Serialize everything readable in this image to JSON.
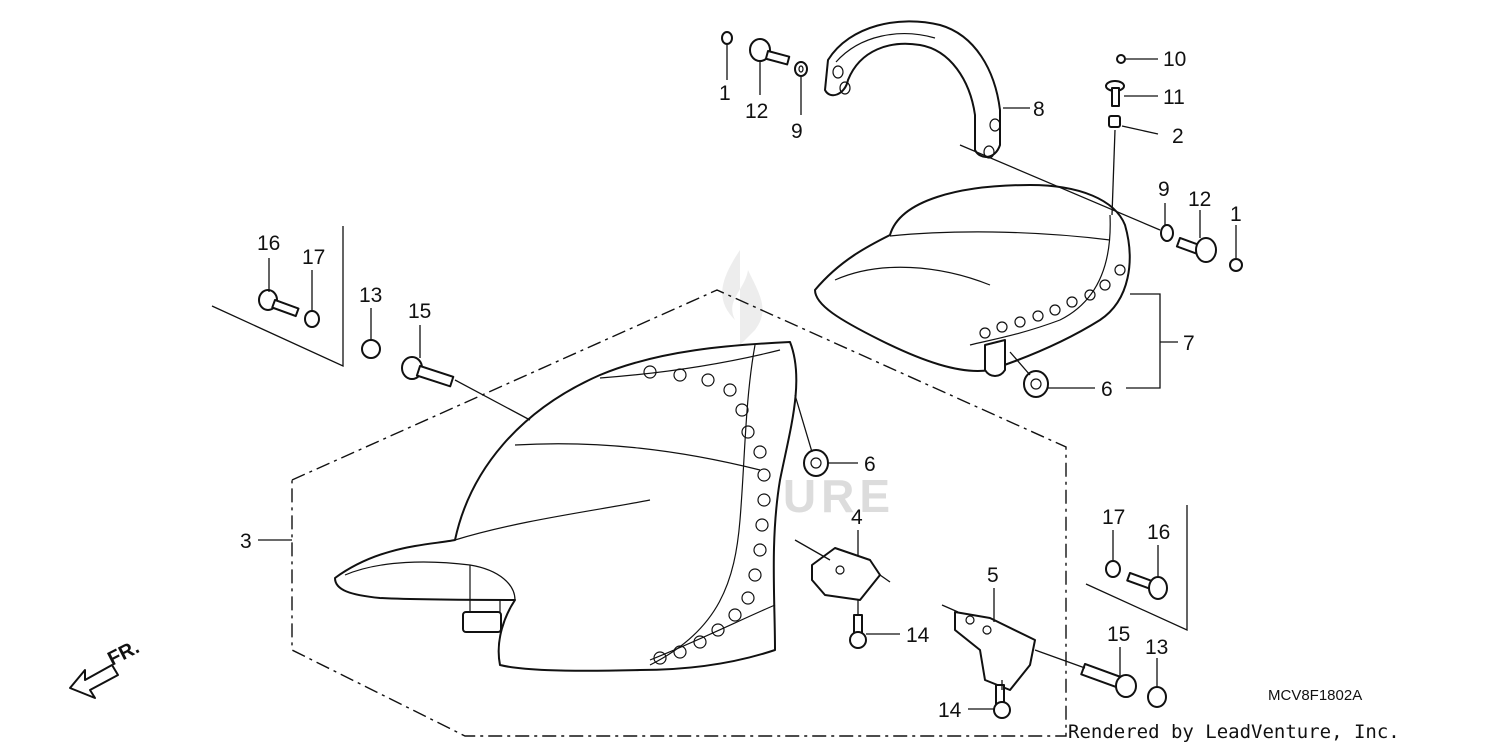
{
  "watermark": "LEADVENTURE",
  "diagram_code": "MCV8F1802A",
  "credit": "Rendered by LeadVenture, Inc.",
  "direction_label": "FR.",
  "callouts": {
    "c1a": "1",
    "c12a": "12",
    "c9a": "9",
    "c8": "8",
    "c10": "10",
    "c11": "11",
    "c2": "2",
    "c9b": "9",
    "c12b": "12",
    "c1b": "1",
    "c7": "7",
    "c6a": "6",
    "c6b": "6",
    "c16a": "16",
    "c17a": "17",
    "c13a": "13",
    "c15a": "15",
    "c3": "3",
    "c4": "4",
    "c5": "5",
    "c14a": "14",
    "c14b": "14",
    "c17b": "17",
    "c16b": "16",
    "c15b": "15",
    "c13b": "13"
  }
}
